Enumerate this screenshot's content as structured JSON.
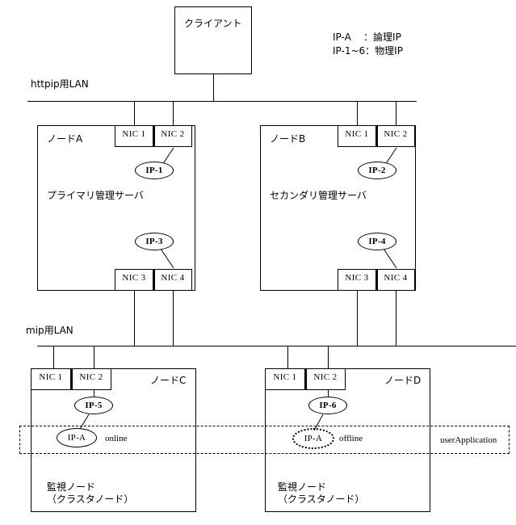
{
  "diagram": {
    "title_client": "クライアント",
    "legend": {
      "line1": "IP-A    ：論理IP",
      "line2": "IP-1~6：物理IP"
    },
    "lans": {
      "top": "httpip用LAN",
      "bottom": "mip用LAN"
    },
    "nodes": {
      "a": {
        "name": "ノードA",
        "role": "プライマリ管理サーバ",
        "nics_top": [
          "NIC 1",
          "NIC 2"
        ],
        "nics_bottom": [
          "NIC 3",
          "NIC 4"
        ],
        "ip_top": "IP-1",
        "ip_bottom": "IP-3"
      },
      "b": {
        "name": "ノードB",
        "role": "セカンダリ管理サーバ",
        "nics_top": [
          "NIC 1",
          "NIC 2"
        ],
        "nics_bottom": [
          "NIC 3",
          "NIC 4"
        ],
        "ip_top": "IP-2",
        "ip_bottom": "IP-4"
      },
      "c": {
        "name": "ノードC",
        "role_line1": "監視ノード",
        "role_line2": "（クラスタノード）",
        "nics": [
          "NIC 1",
          "NIC 2"
        ],
        "ip_physical": "IP-5",
        "ip_logical": "IP-A",
        "state": "online"
      },
      "d": {
        "name": "ノードD",
        "role_line1": "監視ノード",
        "role_line2": "（クラスタノード）",
        "nics": [
          "NIC 1",
          "NIC 2"
        ],
        "ip_physical": "IP-6",
        "ip_logical": "IP-A",
        "state": "offline"
      }
    },
    "user_application": "userApplication"
  }
}
